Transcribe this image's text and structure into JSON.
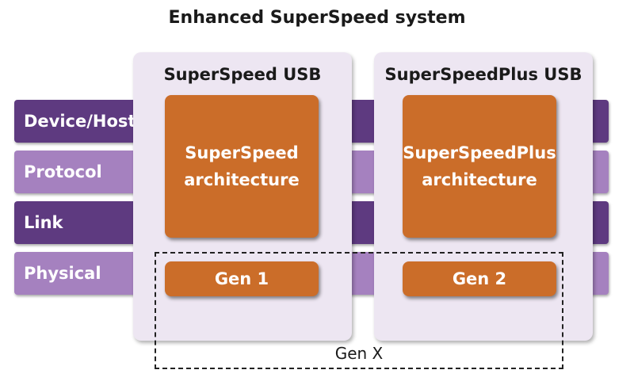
{
  "title": "Enhanced SuperSpeed system",
  "layers": [
    {
      "label": "Device/Host"
    },
    {
      "label": "Protocol"
    },
    {
      "label": "Link"
    },
    {
      "label": "Physical"
    }
  ],
  "columns": [
    {
      "title": "SuperSpeed USB",
      "arch_line1": "SuperSpeed",
      "arch_line2": "architecture",
      "gen": "Gen 1"
    },
    {
      "title": "SuperSpeedPlus USB",
      "arch_line1": "SuperSpeedPlus",
      "arch_line2": "architecture",
      "gen": "Gen 2"
    }
  ],
  "genx_label": "Gen X",
  "colors": {
    "layer_dark": "#5e3a80",
    "layer_light": "#a581bf",
    "column_bg": "#ede6f2",
    "block": "#cb6d29"
  }
}
